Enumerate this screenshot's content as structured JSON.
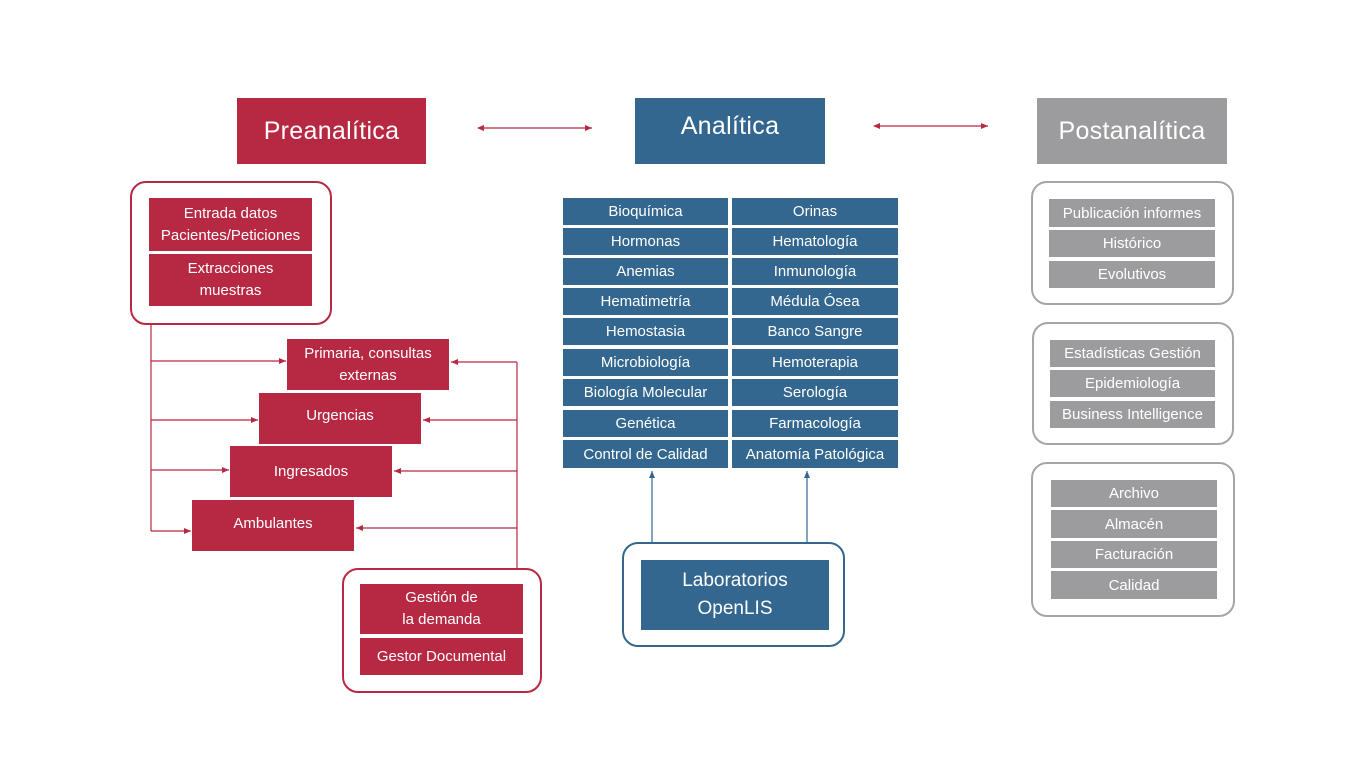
{
  "headers": {
    "pre": "Preanalítica",
    "ana": "Analítica",
    "post": "Postanalítica"
  },
  "pre": {
    "top_boxes": [
      "Entrada datos\nPacientes/Peticiones",
      "Extracciones\nmuestras"
    ],
    "stairs": [
      "Primaria, consultas\nexternas",
      "Urgencias",
      "Ingresados",
      "Ambulantes"
    ],
    "bottom_boxes": [
      "Gestión de\nla demanda",
      "Gestor Documental"
    ]
  },
  "ana": {
    "left_col": [
      "Bioquímica",
      "Hormonas",
      "Anemias",
      "Hematimetría",
      "Hemostasia",
      "Microbiología",
      "Biología Molecular",
      "Genética",
      "Control de Calidad"
    ],
    "right_col": [
      "Orinas",
      "Hematología",
      "Inmunología",
      "Médula Ósea",
      "Banco Sangre",
      "Hemoterapia",
      "Serología",
      "Farmacología",
      "Anatomía Patológica"
    ],
    "lab": "Laboratorios\nOpenLIS"
  },
  "post": {
    "group1": [
      "Publicación informes",
      "Histórico",
      "Evolutivos"
    ],
    "group2": [
      "Estadísticas Gestión",
      "Epidemiología",
      "Business Intelligence"
    ],
    "group3": [
      "Archivo",
      "Almacén",
      "Facturación",
      "Calidad"
    ]
  },
  "colors": {
    "red": "#b72842",
    "blue": "#33678f",
    "gray": "#9c9c9e"
  }
}
